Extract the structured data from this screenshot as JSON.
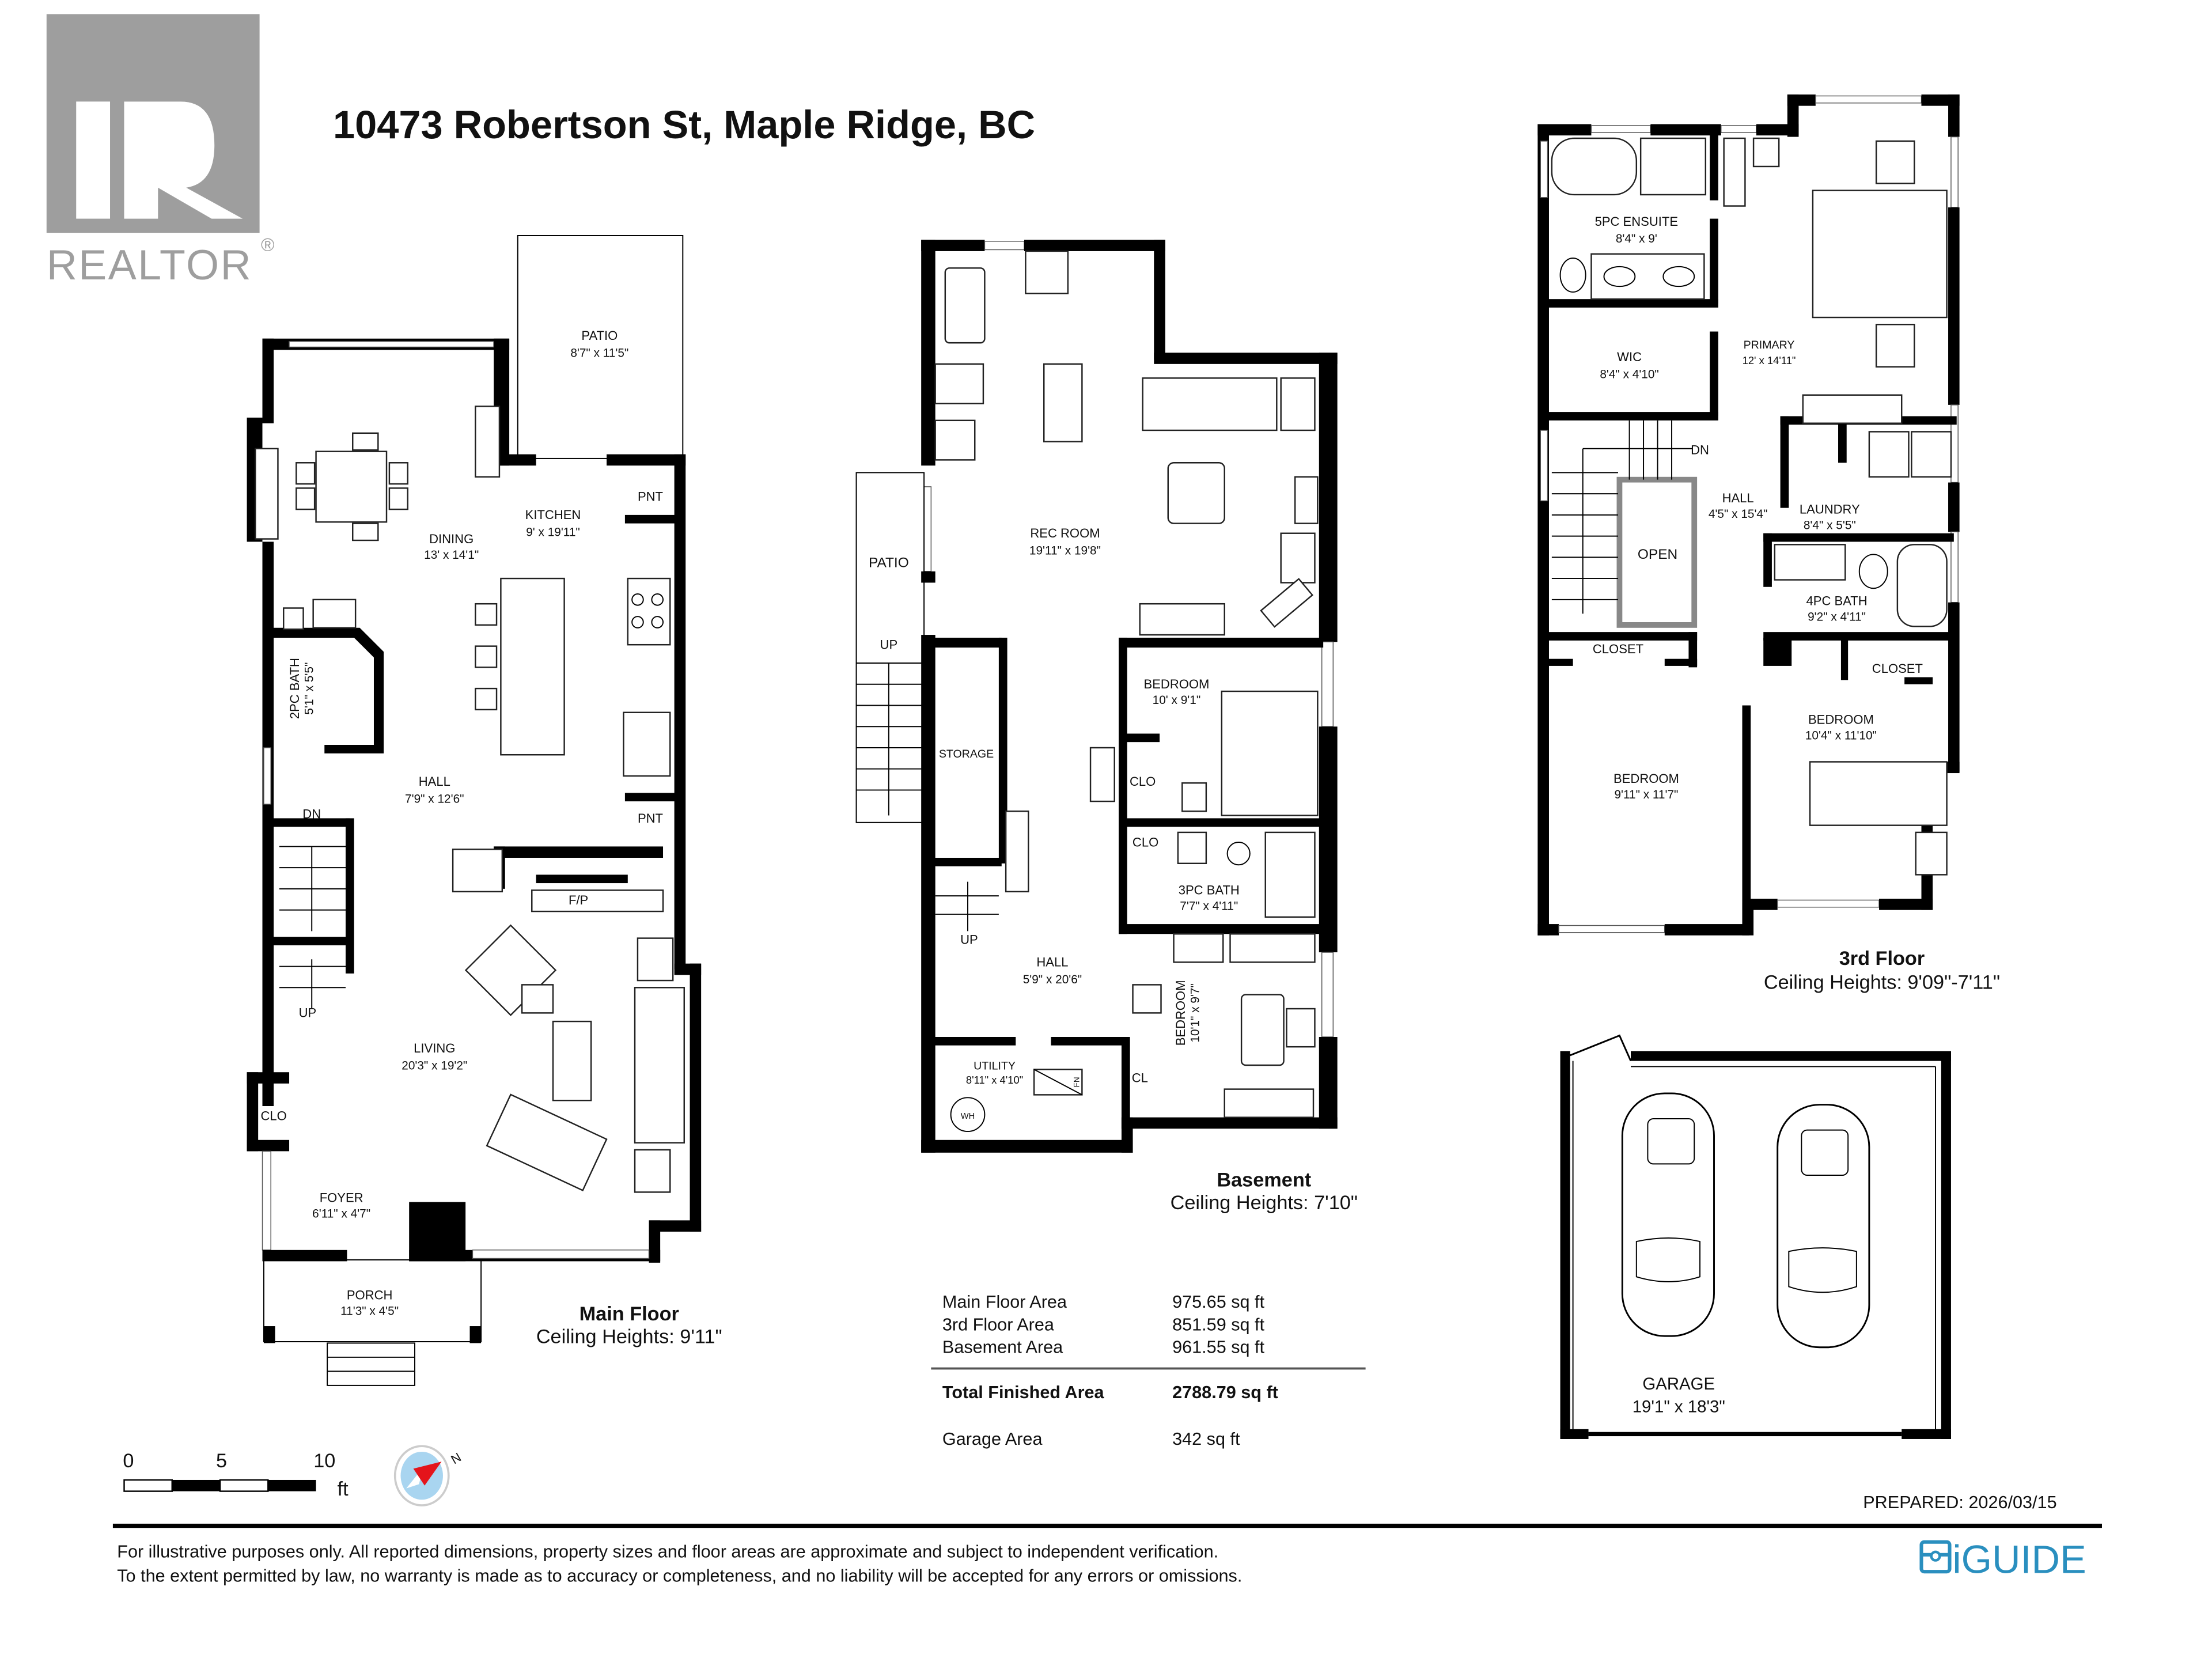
{
  "header": {
    "title": "10473 Robertson St, Maple Ridge, BC",
    "logo_text": "REALTOR",
    "logo_mark": "®"
  },
  "main_floor": {
    "label": "Main Floor",
    "ceiling": "Ceiling Heights: 9'11\"",
    "rooms": [
      {
        "name": "PATIO",
        "dims": "8'7\" x 11'5\""
      },
      {
        "name": "KITCHEN",
        "dims": "9' x 19'11\""
      },
      {
        "name": "PNT",
        "dims": ""
      },
      {
        "name": "DINING",
        "dims": "13' x 14'1\""
      },
      {
        "name": "2PC BATH",
        "dims": "5'1\" x 5'5\""
      },
      {
        "name": "HALL",
        "dims": "7'9\" x 12'6\""
      },
      {
        "name": "PNT",
        "dims": ""
      },
      {
        "name": "DN",
        "dims": ""
      },
      {
        "name": "F/P",
        "dims": ""
      },
      {
        "name": "UP",
        "dims": ""
      },
      {
        "name": "LIVING",
        "dims": "20'3\" x 19'2\""
      },
      {
        "name": "CLO",
        "dims": ""
      },
      {
        "name": "FOYER",
        "dims": "6'11\" x 4'7\""
      },
      {
        "name": "PORCH",
        "dims": "11'3\" x 4'5\""
      }
    ]
  },
  "basement": {
    "label": "Basement",
    "ceiling": "Ceiling Heights: 7'10\"",
    "rooms": [
      {
        "name": "REC ROOM",
        "dims": "19'11\" x 19'8\""
      },
      {
        "name": "PATIO",
        "dims": ""
      },
      {
        "name": "UP",
        "dims": ""
      },
      {
        "name": "STORAGE",
        "dims": ""
      },
      {
        "name": "BEDROOM",
        "dims": "10' x 9'1\""
      },
      {
        "name": "CLO",
        "dims": ""
      },
      {
        "name": "CLO",
        "dims": ""
      },
      {
        "name": "3PC BATH",
        "dims": "7'7\" x 4'11\""
      },
      {
        "name": "UP",
        "dims": ""
      },
      {
        "name": "HALL",
        "dims": "5'9\" x 20'6\""
      },
      {
        "name": "BEDROOM",
        "dims": "10'1\" x 9'7\""
      },
      {
        "name": "UTILITY",
        "dims": "8'11\" x 4'10\""
      },
      {
        "name": "CL",
        "dims": ""
      },
      {
        "name": "WH",
        "dims": ""
      },
      {
        "name": "FN",
        "dims": ""
      }
    ]
  },
  "third_floor": {
    "label": "3rd Floor",
    "ceiling": "Ceiling Heights: 9'09\"-7'11\"",
    "rooms": [
      {
        "name": "5PC ENSUITE",
        "dims": "8'4\" x 9'"
      },
      {
        "name": "PRIMARY",
        "dims": "12' x 14'11\""
      },
      {
        "name": "WIC",
        "dims": "8'4\" x 4'10\""
      },
      {
        "name": "DN",
        "dims": ""
      },
      {
        "name": "HALL",
        "dims": "4'5\" x 15'4\""
      },
      {
        "name": "LAUNDRY",
        "dims": "8'4\" x 5'5\""
      },
      {
        "name": "OPEN",
        "dims": ""
      },
      {
        "name": "4PC BATH",
        "dims": "9'2\" x 4'11\""
      },
      {
        "name": "CLOSET",
        "dims": ""
      },
      {
        "name": "CLOSET",
        "dims": ""
      },
      {
        "name": "BEDROOM",
        "dims": "10'4\" x 11'10\""
      },
      {
        "name": "BEDROOM",
        "dims": "9'11\" x 11'7\""
      }
    ]
  },
  "garage": {
    "name": "GARAGE",
    "dims": "19'1\" x 18'3\""
  },
  "areas": {
    "rows": [
      {
        "label": "Main Floor Area",
        "value": "975.65 sq ft"
      },
      {
        "label": "3rd Floor Area",
        "value": "851.59 sq ft"
      },
      {
        "label": "Basement Area",
        "value": "961.55 sq ft"
      }
    ],
    "total": {
      "label": "Total Finished Area",
      "value": "2788.79 sq ft"
    },
    "garage": {
      "label": "Garage Area",
      "value": "342 sq ft"
    }
  },
  "scale": {
    "ticks": [
      "0",
      "5",
      "10"
    ],
    "unit": "ft",
    "compass_letter": "N"
  },
  "footer": {
    "prepared": "PREPARED: 2026/03/15",
    "disclaimer_1": "For illustrative purposes only. All reported dimensions, property sizes and floor areas are approximate and subject to independent verification.",
    "disclaimer_2": "To the extent permitted by law, no warranty is made as to accuracy or completeness, and no liability will be accepted for any errors or omissions.",
    "brand": "iGUIDE",
    "brand_color": "#2a8fbf"
  },
  "colors": {
    "wall": "#000000",
    "logo_gray": "#9e9e9e",
    "compass_blue": "#a9d5f0",
    "compass_red": "#e4141b"
  }
}
